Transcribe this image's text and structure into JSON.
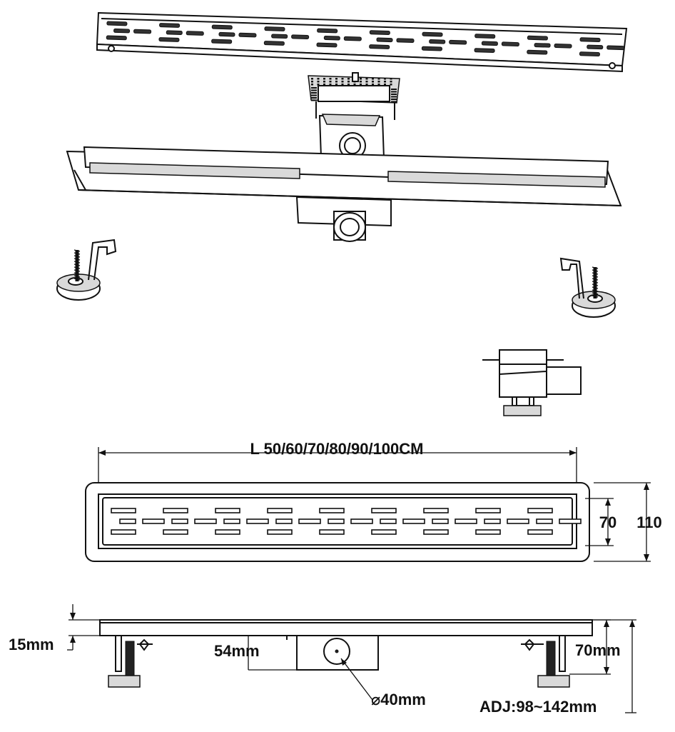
{
  "diagram": {
    "colors": {
      "line": "#111111",
      "background": "#ffffff",
      "shade": "#d9d9d9"
    },
    "labels": {
      "length": "L 50/60/70/80/90/100CM",
      "grate_width": "70",
      "body_width": "110",
      "flange_height": "15mm",
      "body_depth": "54mm",
      "total_height": "70mm",
      "outlet_diameter": "⌀40mm",
      "adjustable_height": "ADJ:98~142mm"
    },
    "parts": [
      "grate-cover",
      "trap-insert",
      "drain-channel",
      "left-leveling-foot",
      "right-leveling-foot",
      "trap-side-view",
      "top-view",
      "side-view"
    ]
  }
}
